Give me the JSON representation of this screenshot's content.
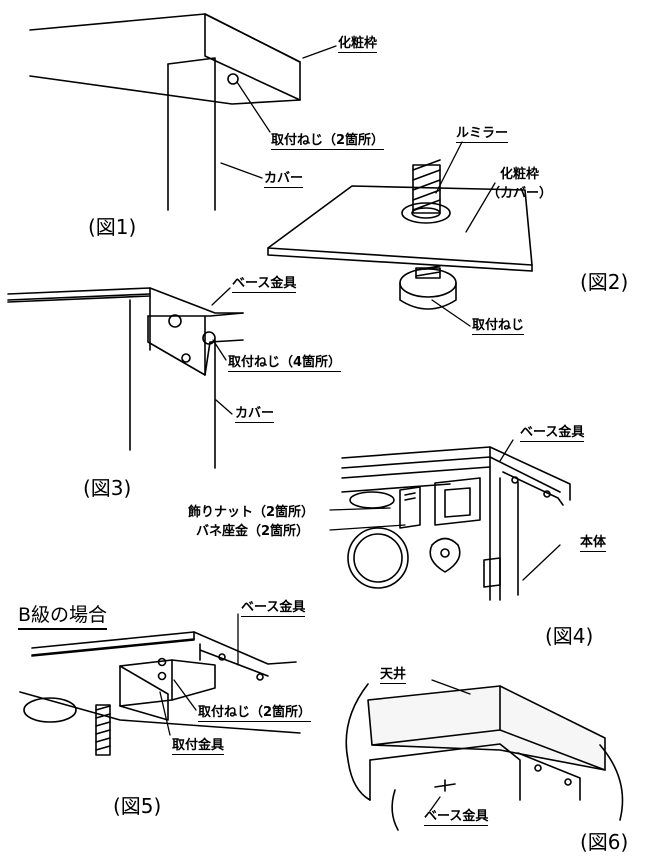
{
  "labels": {
    "f1_frame": "化粧枠",
    "f1_screw": "取付ねじ（2箇所）",
    "f1_cover": "カバー",
    "f2_rumira": "ルミラー",
    "f2_frame": "化粧枠",
    "f2_cover": "（カバー）",
    "f2_screw": "取付ねじ",
    "f3_base": "ベース金具",
    "f3_screw": "取付ねじ（4箇所）",
    "f3_cover": "カバー",
    "f4_base": "ベース金具",
    "f4_nut": "飾りナット（2箇所）",
    "f4_washer": "バネ座金（2箇所）",
    "f4_body": "本体",
    "f5_heading": "B級の場合",
    "f5_base": "ベース金具",
    "f5_screw": "取付ねじ（2箇所）",
    "f5_bracket": "取付金具",
    "f6_ceiling": "天井",
    "f6_base": "ベース金具"
  },
  "captions": {
    "fig1": "(図1)",
    "fig2": "(図2)",
    "fig3": "(図3)",
    "fig4": "(図4)",
    "fig5": "(図5)",
    "fig6": "(図6)"
  }
}
